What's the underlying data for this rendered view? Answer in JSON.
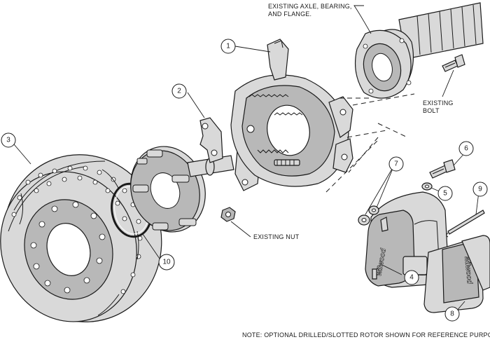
{
  "labels": {
    "axle": [
      "EXISTING AXLE, BEARING,",
      "AND FLANGE."
    ],
    "bolt": [
      "EXISTING",
      "BOLT"
    ],
    "nut": "EXISTING NUT",
    "note": "NOTE: OPTIONAL DRILLED/SLOTTED ROTOR SHOWN FOR REFERENCE PURPOSES"
  },
  "callouts": [
    "1",
    "2",
    "3",
    "4",
    "5",
    "6",
    "7",
    "8",
    "9",
    "10"
  ],
  "brand": "wilwood",
  "colors": {
    "ink": "#1a1a1a",
    "part": "#d9d9d9",
    "background": "#ffffff"
  }
}
